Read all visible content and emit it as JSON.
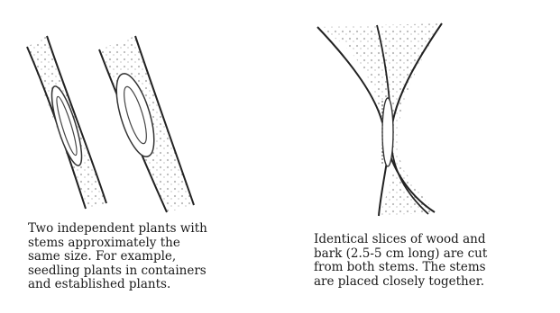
{
  "left_panel": {
    "caption_lines": [
      "Two independent plants with",
      "stems approximately the",
      "same size. For example,",
      "seedling plants in containers",
      "and established plants."
    ]
  },
  "right_panel": {
    "caption_lines": [
      "Identical slices of wood and",
      "bark (2.5-5 cm long) are cut",
      "from both stems. The stems",
      "are placed closely together."
    ]
  }
}
